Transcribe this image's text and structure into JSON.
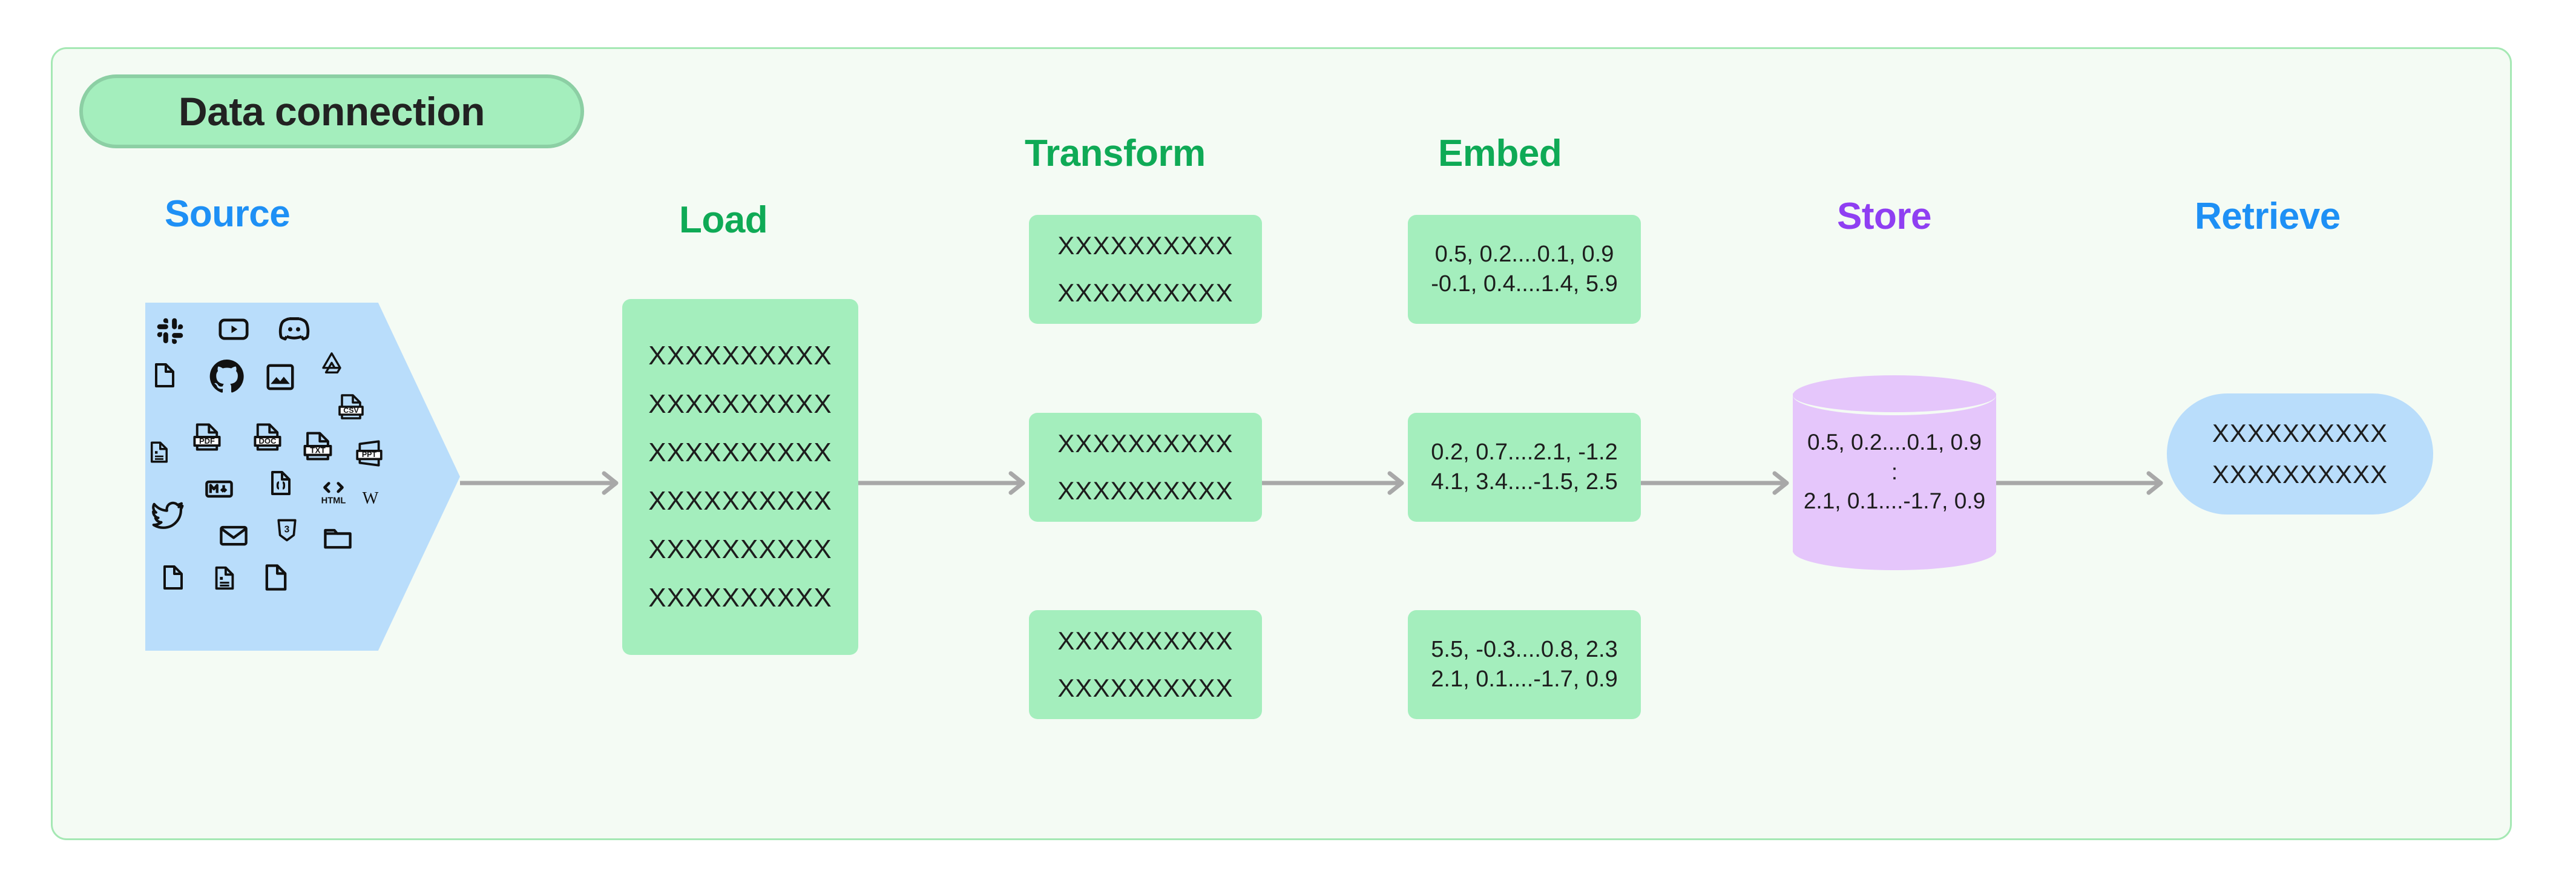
{
  "title": {
    "label": "Data connection"
  },
  "stages": [
    {
      "key": "source",
      "label": "Source",
      "color": "#1e90f5"
    },
    {
      "key": "load",
      "label": "Load",
      "color": "#0faa56"
    },
    {
      "key": "transform",
      "label": "Transform",
      "color": "#0faa56"
    },
    {
      "key": "embed",
      "label": "Embed",
      "color": "#0faa56"
    },
    {
      "key": "store",
      "label": "Store",
      "color": "#8f3ff2"
    },
    {
      "key": "retrieve",
      "label": "Retrieve",
      "color": "#1e90f5"
    }
  ],
  "source": {
    "icons": [
      "slack-icon",
      "youtube-icon",
      "discord-icon",
      "file-blank-icon",
      "github-icon",
      "image-icon",
      "google-drive-icon",
      "csv-file-icon",
      "document-lines-icon",
      "pdf-file-icon",
      "doc-file-icon",
      "txt-file-icon",
      "ppt-file-icon",
      "markdown-icon",
      "code-braces-file-icon",
      "html-icon",
      "wikipedia-icon",
      "twitter-icon",
      "email-icon",
      "css3-icon",
      "folder-icon",
      "file-blank-icon",
      "document-lines-icon",
      "file-blank-icon"
    ]
  },
  "load": {
    "lines": [
      "XXXXXXXXXX",
      "XXXXXXXXXX",
      "XXXXXXXXXX",
      "XXXXXXXXXX",
      "XXXXXXXXXX",
      "XXXXXXXXXX"
    ]
  },
  "transform": {
    "cards": [
      {
        "lines": [
          "XXXXXXXXXX",
          "XXXXXXXXXX"
        ]
      },
      {
        "lines": [
          "XXXXXXXXXX",
          "XXXXXXXXXX"
        ]
      },
      {
        "lines": [
          "XXXXXXXXXX",
          "XXXXXXXXXX"
        ]
      }
    ]
  },
  "embed": {
    "cards": [
      {
        "lines": [
          "0.5, 0.2....0.1, 0.9",
          "-0.1, 0.4....1.4, 5.9"
        ]
      },
      {
        "lines": [
          "0.2, 0.7....2.1, -1.2",
          "4.1, 3.4....-1.5, 2.5"
        ]
      },
      {
        "lines": [
          "5.5, -0.3....0.8, 2.3",
          "2.1, 0.1....-1.7, 0.9"
        ]
      }
    ]
  },
  "store": {
    "lines": [
      "0.5, 0.2....0.1, 0.9",
      ":",
      "2.1, 0.1....-1.7, 0.9"
    ]
  },
  "retrieve": {
    "lines": [
      "XXXXXXXXXX",
      "XXXXXXXXXX"
    ]
  },
  "arrows": {
    "count": 5,
    "color": "#a8a8a8",
    "direction": "right"
  },
  "colors": {
    "frame_bg": "#f4fbf4",
    "frame_border": "#a5e8b4",
    "green_card": "#a4eebd",
    "blue_shape": "#b9ddfb",
    "purple_cylinder": "#e5c6fb",
    "text_dark": "#1d1d1d",
    "arrow_gray": "#a8a8a8"
  }
}
